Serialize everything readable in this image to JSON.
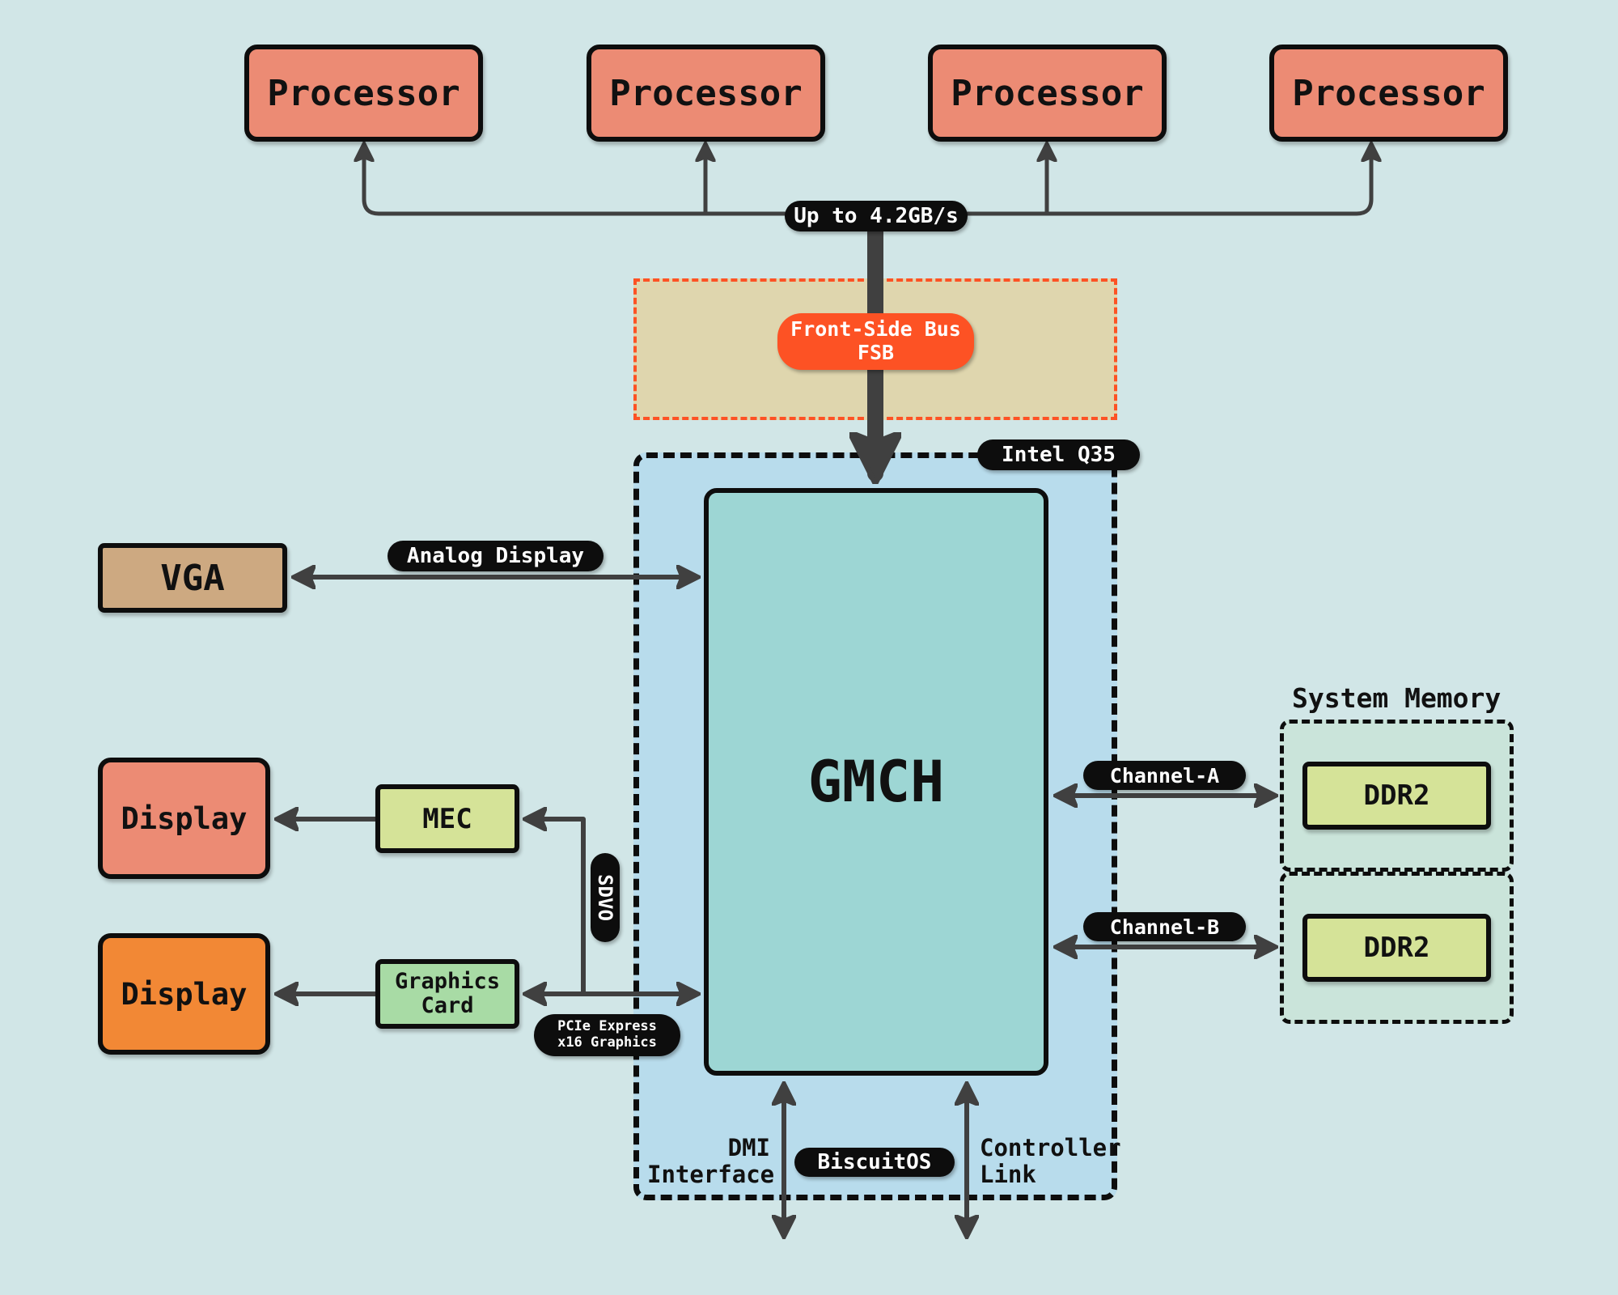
{
  "diagram": {
    "processors": [
      {
        "label": "Processor"
      },
      {
        "label": "Processor"
      },
      {
        "label": "Processor"
      },
      {
        "label": "Processor"
      }
    ],
    "bus_label": "Up to 4.2GB/s",
    "fsb_label": "Front-Side Bus\nFSB",
    "chipset_label": "Intel Q35",
    "gmch_label": "GMCH",
    "vga_label": "VGA",
    "analog_label": "Analog Display",
    "display1_label": "Display",
    "display2_label": "Display",
    "mec_label": "MEC",
    "graphics_card_label": "Graphics\nCard",
    "sdvo_label": "SDVO",
    "pcie_label": "PCIe Express\nx16 Graphics",
    "system_memory_label": "System Memory",
    "channel_a_label": "Channel-A",
    "channel_b_label": "Channel-B",
    "ddr_a_label": "DDR2",
    "ddr_b_label": "DDR2",
    "dmi_label": "DMI\nInterface",
    "controller_link_label": "Controller\nLink",
    "watermark_label": "BiscuitOS"
  },
  "colors": {
    "background": "#d1e6e7",
    "processor": "#ec8b74",
    "fsb_region": "#dfd6ae",
    "fsb_accent": "#fd5224",
    "chipset_region": "#b8dcec",
    "gmch": "#9dd6d4",
    "vga": "#cda981",
    "display1": "#ec8b74",
    "display2": "#f28835",
    "mec": "#d5e398",
    "graphics_card": "#a8dba5",
    "memory_region": "#cae4da",
    "ddr": "#d5e398",
    "wire": "#404040"
  }
}
